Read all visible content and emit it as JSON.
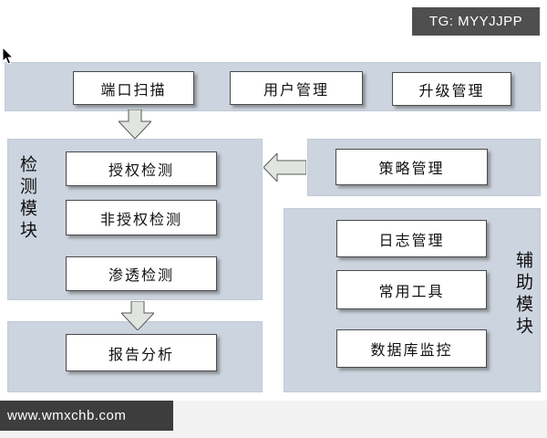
{
  "watermarks": {
    "tg_badge": "TG: MYYJJPP",
    "site_badge": "www.wmxchb.com"
  },
  "diagram": {
    "top_nodes": {
      "port_scan": "端口扫描",
      "user_management": "用户管理",
      "upgrade_management": "升级管理"
    },
    "detection_module": {
      "label": "检测模块",
      "items": [
        "授权检测",
        "非授权检测",
        "渗透检测"
      ]
    },
    "policy_management": "策略管理",
    "report_analysis": "报告分析",
    "auxiliary_module": {
      "label": "辅助模块",
      "items": [
        "日志管理",
        "常用工具",
        "数据库监控"
      ]
    }
  },
  "colors": {
    "band_fill": "#ccd4df",
    "arrow_fill": "#e0e5df",
    "arrow_stroke": "#5a5a5a",
    "tg_badge_bg": "#4f4f4f",
    "site_badge_bg": "#3d3d3d"
  }
}
